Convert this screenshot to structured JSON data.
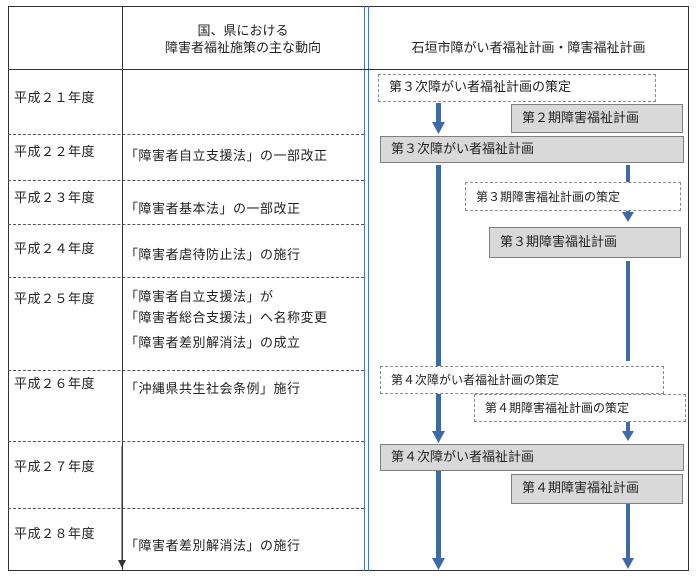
{
  "header": {
    "national_line1": "国、県における",
    "national_line2": "障害者福祉施策の主な動向",
    "city": "石垣市障がい者福祉計画・障害福祉計画"
  },
  "years": [
    "平成２１年度",
    "平成２２年度",
    "平成２３年度",
    "平成２４年度",
    "平成２５年度",
    "平成２６年度",
    "平成２７年度",
    "平成２８年度"
  ],
  "policies": [
    "「障害者自立支援法」の一部改正",
    "「障害者基本法」の一部改正",
    "「障害者虐待防止法」の施行",
    "「障害者自立支援法」が",
    "「障害者総合支援法」へ名称変更",
    "「障害者差別解消法」の成立",
    "「沖縄県共生社会条例」施行",
    "「障害者差別解消法」の施行"
  ],
  "plans": {
    "p1": "第３次障がい者福祉計画の策定",
    "p2": "第２期障害福祉計画",
    "p3": "第３次障がい者福祉計画",
    "p4": "第３期障害福祉計画の策定",
    "p5": "第３期障害福祉計画",
    "p6": "第４次障がい者福祉計画の策定",
    "p7": "第４期障害福祉計画の策定",
    "p8": "第４次障がい者福祉計画",
    "p9": "第４期障害福祉計画"
  },
  "colors": {
    "arrow": "#3e6aa7",
    "plan_fill": "#d9d9d9",
    "divider": "#4472c4"
  }
}
